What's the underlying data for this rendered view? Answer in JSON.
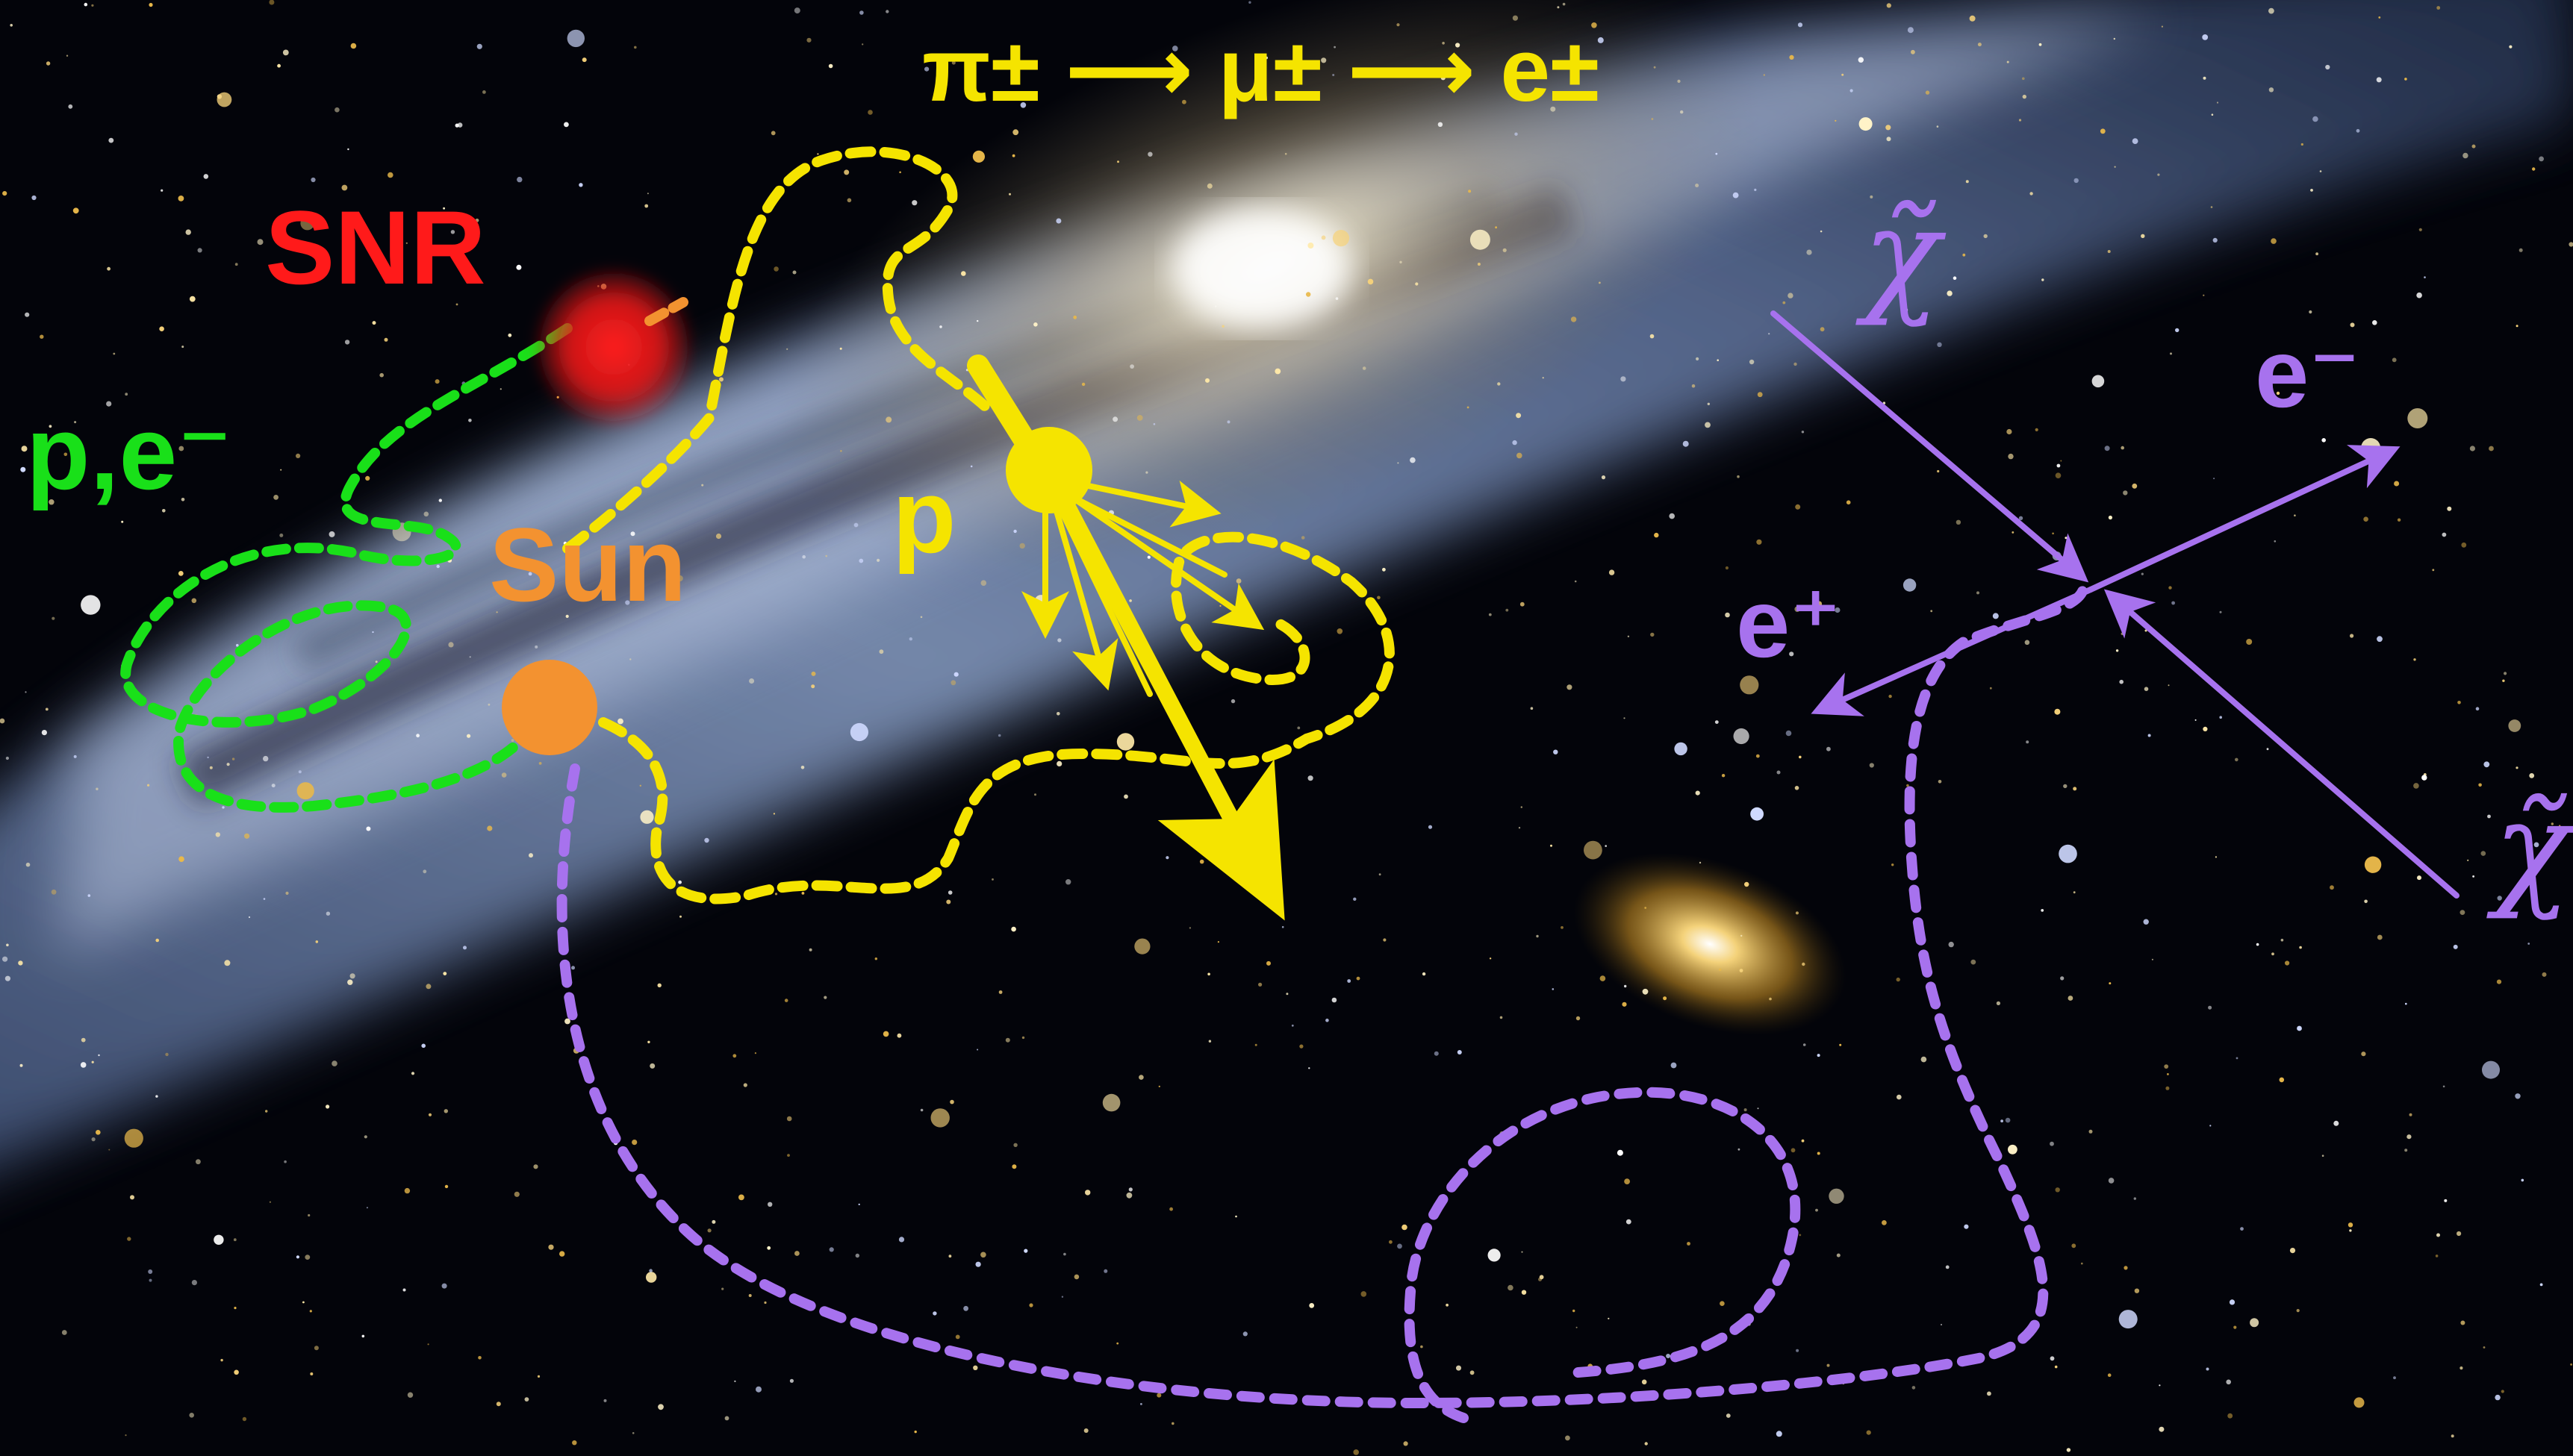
{
  "labels": {
    "decay_chain": "π± ⟶ μ± ⟶ e±",
    "snr": "SNR",
    "p_e": "p,e⁻",
    "sun": "Sun",
    "p": "p",
    "chi_top": "χ̃",
    "chi_right": "χ̃",
    "e_minus": "e⁻",
    "e_plus": "e⁺"
  },
  "colors": {
    "background": "#03040a",
    "galaxy_band": "#8fa6cf",
    "galaxy_core": "#f2e6c4",
    "yellow": "#f5e400",
    "green": "#19e019",
    "red": "#ff1a1a",
    "orange": "#f39230",
    "purple": "#a772ee"
  }
}
